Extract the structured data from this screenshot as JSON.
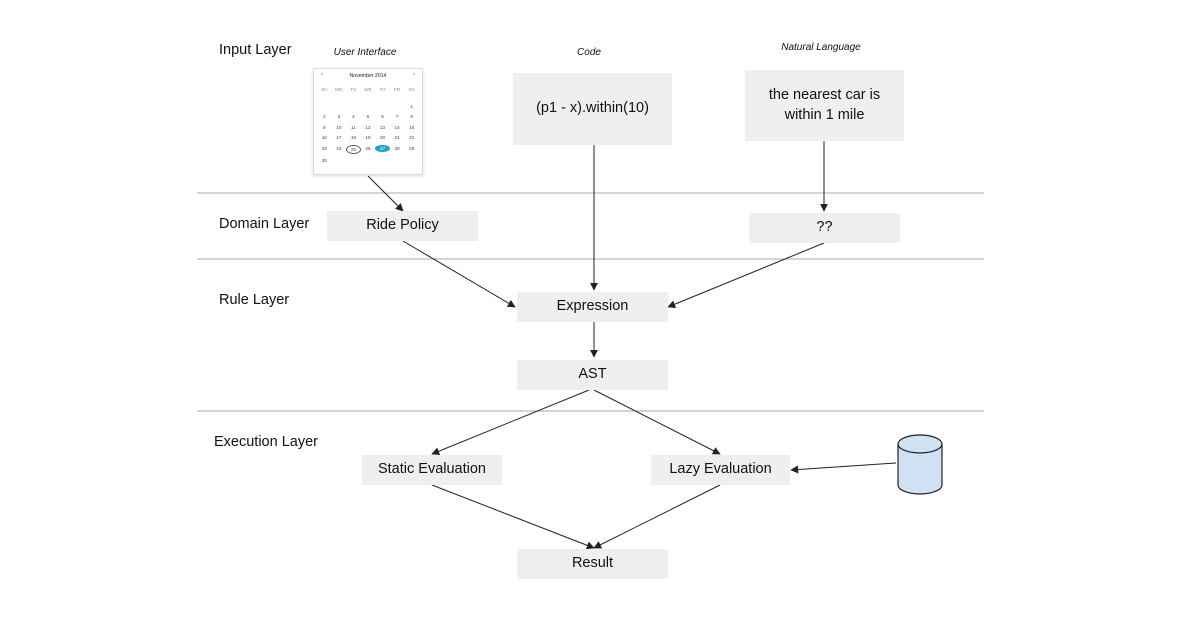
{
  "layers": {
    "input": "Input Layer",
    "domain": "Domain Layer",
    "rule": "Rule Layer",
    "execution": "Execution Layer"
  },
  "input_titles": {
    "ui": "User Interface",
    "code": "Code",
    "nl": "Natural Language"
  },
  "calendar": {
    "month": "November 2014",
    "prev": "‹",
    "next": "›",
    "weekdays": [
      "SU",
      "MO",
      "TU",
      "WE",
      "TH",
      "FR",
      "SA"
    ],
    "days": [
      "",
      "",
      "",
      "",
      "",
      "",
      "1",
      "2",
      "3",
      "4",
      "5",
      "6",
      "7",
      "8",
      "9",
      "10",
      "11",
      "12",
      "13",
      "14",
      "15",
      "16",
      "17",
      "18",
      "19",
      "20",
      "21",
      "22",
      "23",
      "24",
      "25",
      "26",
      "27",
      "28",
      "29",
      "30",
      "",
      "",
      "",
      "",
      "",
      ""
    ],
    "today": "25",
    "selected": "27",
    "selected_color": "#1ea3c4"
  },
  "boxes": {
    "code": "(p1 - x).within(10)",
    "nl": "the nearest car is within 1 mile",
    "ride_policy": "Ride Policy",
    "unknown": "??",
    "expression": "Expression",
    "ast": "AST",
    "static_eval": "Static Evaluation",
    "lazy_eval": "Lazy Evaluation",
    "result": "Result"
  },
  "colors": {
    "box_fill": "#efefef",
    "divider": "#aaaaaa",
    "arrow": "#222222",
    "database_fill": "#cfe2f3"
  },
  "icons": {
    "database": "database-icon"
  }
}
